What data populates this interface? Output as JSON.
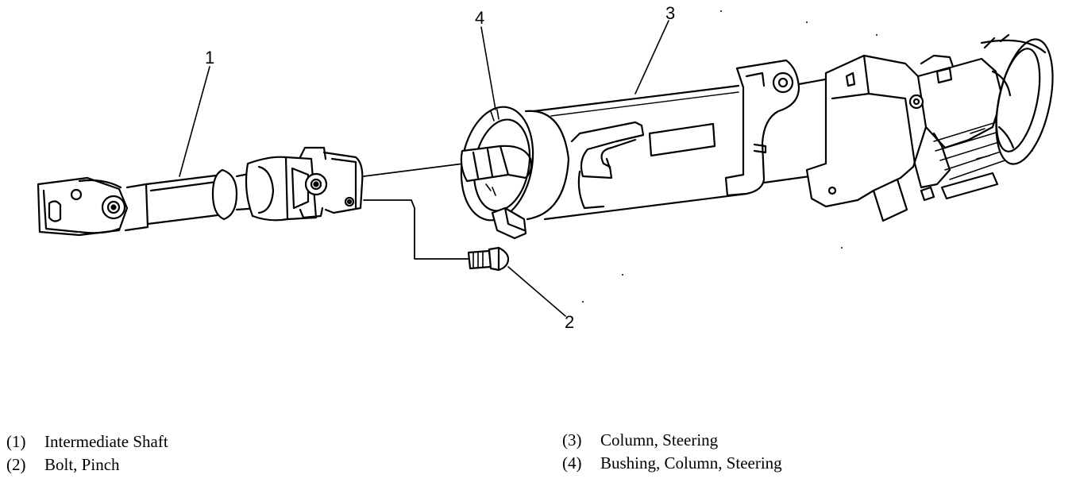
{
  "callouts": {
    "c1": "1",
    "c2": "2",
    "c3": "3",
    "c4": "4"
  },
  "legend": {
    "left": [
      {
        "num": "(1)",
        "label": "Intermediate Shaft"
      },
      {
        "num": "(2)",
        "label": "Bolt, Pinch"
      }
    ],
    "right": [
      {
        "num": "(3)",
        "label": "Column, Steering"
      },
      {
        "num": "(4)",
        "label": "Bushing, Column, Steering"
      }
    ]
  }
}
